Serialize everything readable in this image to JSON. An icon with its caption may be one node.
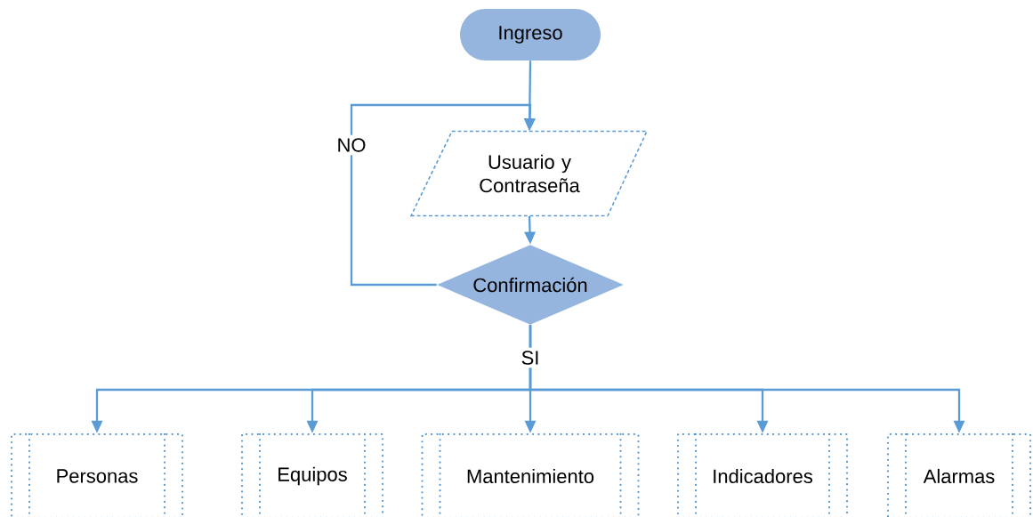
{
  "diagram": {
    "nodes": [
      {
        "text": [
          "Ingreso"
        ]
      },
      {
        "text": [
          "Usuario y Contraseña"
        ]
      },
      {
        "text": [
          "Confirmación"
        ]
      },
      {
        "text": [
          "Personas"
        ]
      },
      {
        "text": [
          "Equipos"
        ]
      },
      {
        "text": [
          "Mantenimiento"
        ]
      },
      {
        "text": [
          "Indicadores"
        ]
      },
      {
        "text": [
          "Alarmas"
        ]
      }
    ],
    "edges": [
      {
        "from": 0,
        "to": 1,
        "arrow": "to"
      },
      {
        "from": 1,
        "to": 2,
        "arrow": "to"
      },
      {
        "from": 2,
        "to": 1,
        "arrow": "to",
        "label": "NO"
      },
      {
        "from": 2,
        "to": 3,
        "arrow": "to"
      },
      {
        "from": 2,
        "to": 4,
        "arrow": "to"
      },
      {
        "from": 2,
        "to": 5,
        "arrow": "to",
        "label": "SI"
      },
      {
        "from": 2,
        "to": 6,
        "arrow": "to"
      },
      {
        "from": 2,
        "to": 7,
        "arrow": "to"
      }
    ]
  }
}
